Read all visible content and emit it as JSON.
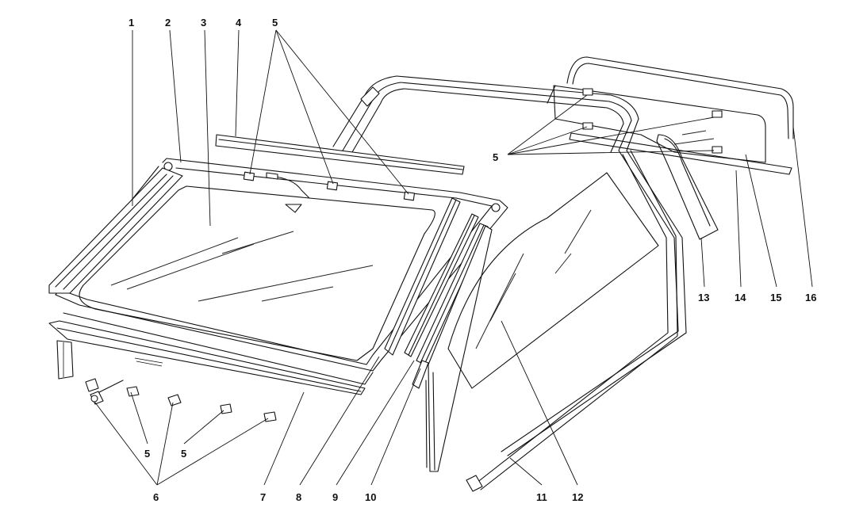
{
  "diagram": {
    "callouts": {
      "c1": "1",
      "c2": "2",
      "c3": "3",
      "c4": "4",
      "c5_top": "5",
      "c5_right": "5",
      "c5_bottom_a": "5",
      "c5_bottom_b": "5",
      "c6": "6",
      "c7": "7",
      "c8": "8",
      "c9": "9",
      "c10": "10",
      "c11": "11",
      "c12": "12",
      "c13": "13",
      "c14": "14",
      "c15": "15",
      "c16": "16"
    }
  }
}
